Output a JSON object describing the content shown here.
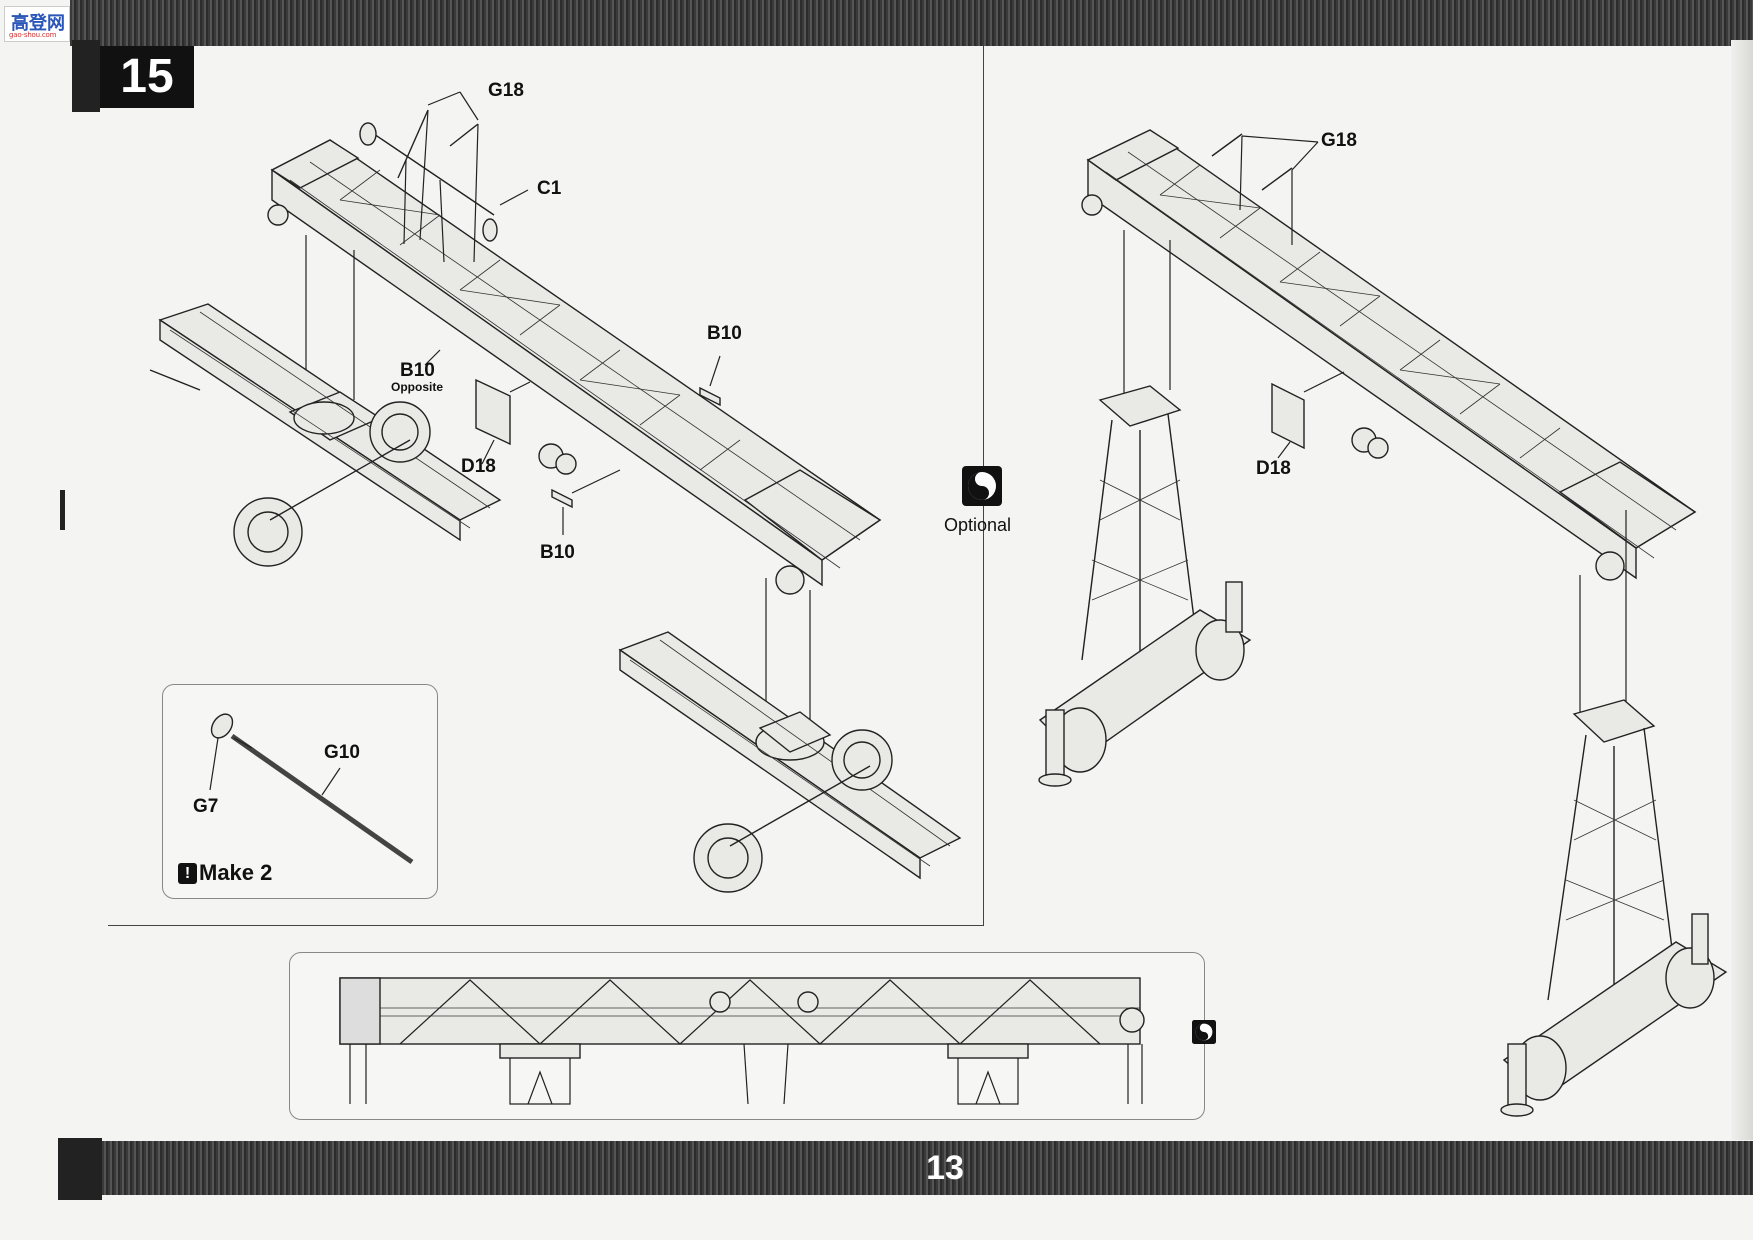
{
  "header": {
    "step_number": "15",
    "logo_text": "高登网",
    "logo_url": "gao-shou.com"
  },
  "callouts": {
    "g18_left": "G18",
    "c1": "C1",
    "b10_top": "B10",
    "b10_left": "B10",
    "b10_left_note": "Opposite",
    "d18_left": "D18",
    "b10_bottom": "B10",
    "g18_right": "G18",
    "d18_right": "D18"
  },
  "optional": {
    "label": "Optional",
    "icon": "yin-yang-icon"
  },
  "inset_detail": {
    "g10": "G10",
    "g7": "G7",
    "make_label": "Make 2",
    "warning_icon": "exclamation-icon"
  },
  "footer": {
    "page_number": "13"
  }
}
